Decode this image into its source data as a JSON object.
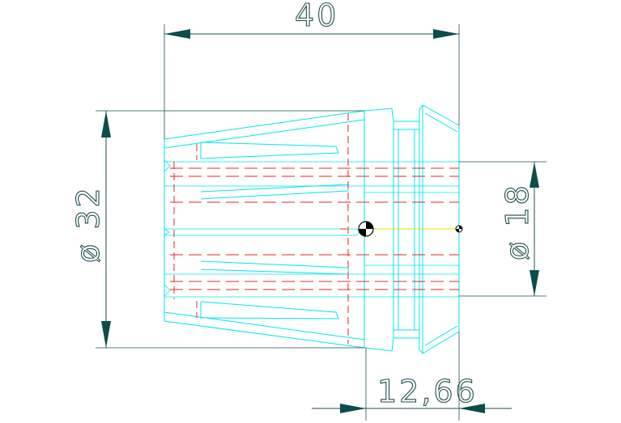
{
  "dimensions": {
    "overall_length": "40",
    "outer_diameter": "ø 32",
    "bore_diameter": "ø 18",
    "head_length": "12,66"
  },
  "colors": {
    "outline": "#00e5ee",
    "hidden_lines": "#e8252a",
    "dimension_lines": "#1f4d4d",
    "arrowheads": "#0b4d4d",
    "axis": "#e6e200"
  }
}
